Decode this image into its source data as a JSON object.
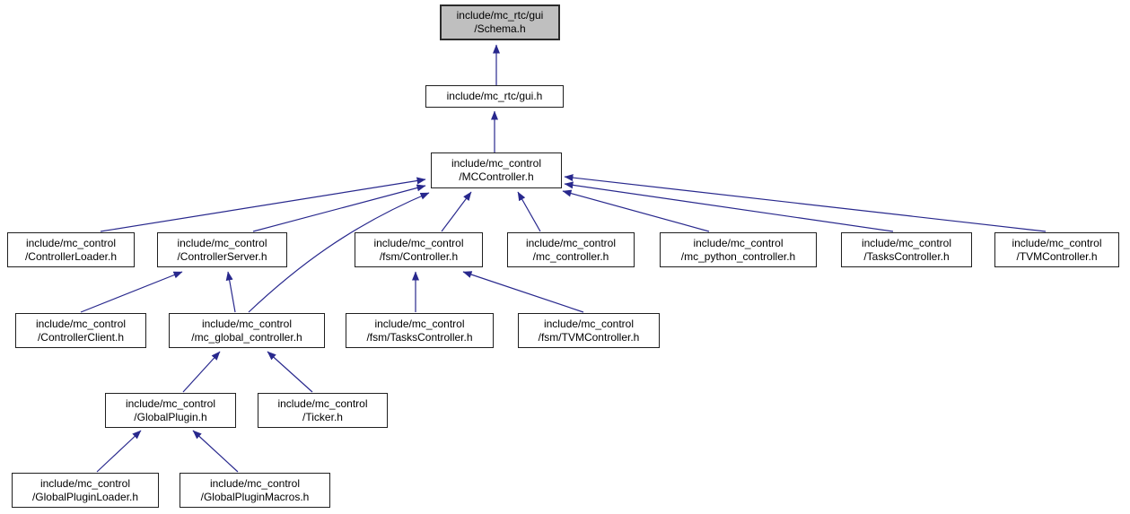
{
  "diagram": {
    "type": "include-dependency-graph",
    "colors": {
      "edge": "#28288d",
      "node_background": "#ffffff",
      "node_border": "#1f1f1f",
      "highlight_background": "#bfbfbf",
      "text": "#000000"
    },
    "nodes": [
      {
        "id": "schema",
        "lines": [
          "include/mc_rtc/gui",
          "/Schema.h"
        ],
        "highlighted": true
      },
      {
        "id": "gui",
        "lines": [
          "include/mc_rtc/gui.h"
        ],
        "highlighted": false
      },
      {
        "id": "mccontroller",
        "lines": [
          "include/mc_control",
          "/MCController.h"
        ],
        "highlighted": false
      },
      {
        "id": "controllerloader",
        "lines": [
          "include/mc_control",
          "/ControllerLoader.h"
        ],
        "highlighted": false
      },
      {
        "id": "controllerserver",
        "lines": [
          "include/mc_control",
          "/ControllerServer.h"
        ],
        "highlighted": false
      },
      {
        "id": "fsm_controller",
        "lines": [
          "include/mc_control",
          "/fsm/Controller.h"
        ],
        "highlighted": false
      },
      {
        "id": "mc_controller",
        "lines": [
          "include/mc_control",
          "/mc_controller.h"
        ],
        "highlighted": false
      },
      {
        "id": "mc_python",
        "lines": [
          "include/mc_control",
          "/mc_python_controller.h"
        ],
        "highlighted": false
      },
      {
        "id": "taskscontroller",
        "lines": [
          "include/mc_control",
          "/TasksController.h"
        ],
        "highlighted": false
      },
      {
        "id": "tvmcontroller",
        "lines": [
          "include/mc_control",
          "/TVMController.h"
        ],
        "highlighted": false
      },
      {
        "id": "controllerclient",
        "lines": [
          "include/mc_control",
          "/ControllerClient.h"
        ],
        "highlighted": false
      },
      {
        "id": "mc_global",
        "lines": [
          "include/mc_control",
          "/mc_global_controller.h"
        ],
        "highlighted": false
      },
      {
        "id": "fsm_tasks",
        "lines": [
          "include/mc_control",
          "/fsm/TasksController.h"
        ],
        "highlighted": false
      },
      {
        "id": "fsm_tvm",
        "lines": [
          "include/mc_control",
          "/fsm/TVMController.h"
        ],
        "highlighted": false
      },
      {
        "id": "globalplugin",
        "lines": [
          "include/mc_control",
          "/GlobalPlugin.h"
        ],
        "highlighted": false
      },
      {
        "id": "ticker",
        "lines": [
          "include/mc_control",
          "/Ticker.h"
        ],
        "highlighted": false
      },
      {
        "id": "globalpluginloader",
        "lines": [
          "include/mc_control",
          "/GlobalPluginLoader.h"
        ],
        "highlighted": false
      },
      {
        "id": "globalpluginmacros",
        "lines": [
          "include/mc_control",
          "/GlobalPluginMacros.h"
        ],
        "highlighted": false
      }
    ],
    "edges": [
      {
        "from": "gui",
        "to": "schema"
      },
      {
        "from": "mccontroller",
        "to": "gui"
      },
      {
        "from": "controllerloader",
        "to": "mccontroller"
      },
      {
        "from": "controllerserver",
        "to": "mccontroller"
      },
      {
        "from": "fsm_controller",
        "to": "mccontroller"
      },
      {
        "from": "mc_controller",
        "to": "mccontroller"
      },
      {
        "from": "mc_python",
        "to": "mccontroller"
      },
      {
        "from": "taskscontroller",
        "to": "mccontroller"
      },
      {
        "from": "tvmcontroller",
        "to": "mccontroller"
      },
      {
        "from": "mc_global",
        "to": "mccontroller"
      },
      {
        "from": "controllerclient",
        "to": "controllerserver"
      },
      {
        "from": "mc_global",
        "to": "controllerserver"
      },
      {
        "from": "fsm_tasks",
        "to": "fsm_controller"
      },
      {
        "from": "fsm_tvm",
        "to": "fsm_controller"
      },
      {
        "from": "globalplugin",
        "to": "mc_global"
      },
      {
        "from": "ticker",
        "to": "mc_global"
      },
      {
        "from": "globalpluginloader",
        "to": "globalplugin"
      },
      {
        "from": "globalpluginmacros",
        "to": "globalplugin"
      }
    ]
  }
}
